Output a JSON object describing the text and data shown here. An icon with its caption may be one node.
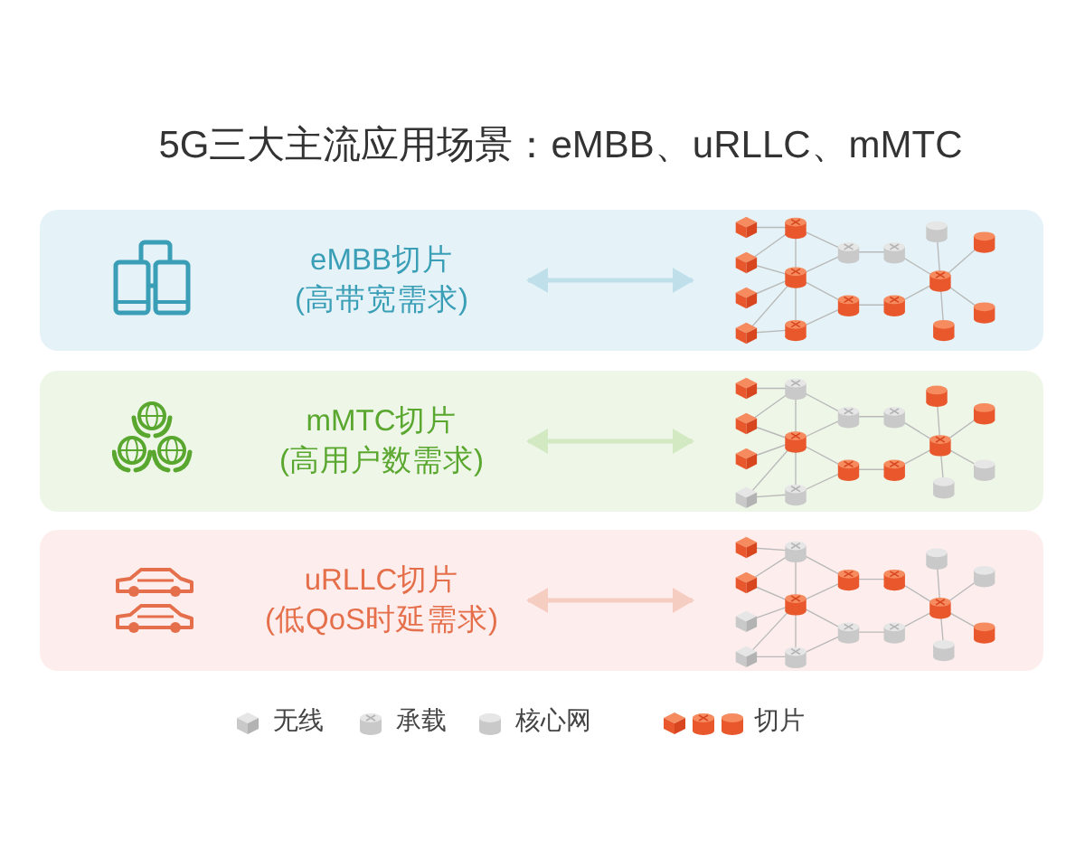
{
  "diagram": {
    "title": "5G三大主流应用场景：eMBB、uRLLC、mMTC",
    "nodes": [
      {
        "text": [],
        "shape": "box"
      },
      {
        "text": [],
        "shape": "picture",
        "in": 0
      },
      {
        "text": [
          "eMBB切片",
          "(高带宽需求)"
        ],
        "in": 0
      },
      {
        "text": [],
        "shape": "picture",
        "in": 0
      },
      {
        "text": [],
        "shape": "box"
      },
      {
        "text": [],
        "shape": "picture",
        "in": 4
      },
      {
        "text": [
          "mMTC切片",
          "(高用户数需求)"
        ],
        "in": 4
      },
      {
        "text": [],
        "shape": "picture",
        "in": 4
      },
      {
        "text": [],
        "shape": "box"
      },
      {
        "text": [],
        "shape": "picture",
        "in": 8
      },
      {
        "text": [
          "uRLLC切片",
          "(低QoS时延需求)"
        ],
        "in": 8
      },
      {
        "text": [],
        "shape": "picture",
        "in": 8
      }
    ],
    "edges": [
      {
        "from": 2,
        "to": 3,
        "arrow": "both",
        "color": "#bfe0ea"
      },
      {
        "from": 6,
        "to": 7,
        "arrow": "both",
        "color": "#d3e9c2"
      },
      {
        "from": 10,
        "to": 11,
        "arrow": "both",
        "color": "#f6cdc1"
      }
    ],
    "legend": [
      {
        "text": "无线"
      },
      {
        "text": "承载"
      },
      {
        "text": "核心网"
      },
      {
        "text": "切片"
      }
    ]
  }
}
